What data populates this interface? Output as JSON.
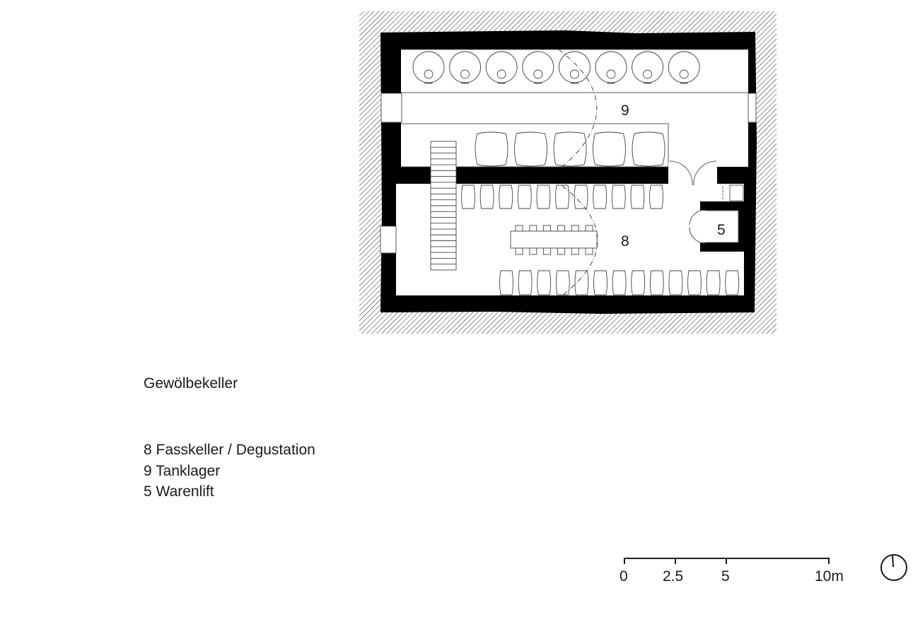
{
  "title": "Gewölbekeller",
  "legend": [
    {
      "number": "8",
      "label": "Fasskeller / Degustation"
    },
    {
      "number": "9",
      "label": "Tanklager"
    },
    {
      "number": "5",
      "label": "Warenlift"
    }
  ],
  "rooms": {
    "fasskeller": "8",
    "tanklager": "9",
    "warenlift": "5"
  },
  "scale": {
    "ticks": [
      "0",
      "2.5",
      "5",
      "10m"
    ],
    "values_m": [
      0,
      2.5,
      5,
      10
    ]
  },
  "furniture_counts": {
    "tanks": 8,
    "upper_barrels": 5,
    "middle_barrels": 11,
    "lower_barrels": 13,
    "chairs_per_side": 6,
    "stair_treads": 22
  },
  "colors": {
    "wall": "#000000",
    "line": "#333333",
    "background": "#ffffff"
  }
}
